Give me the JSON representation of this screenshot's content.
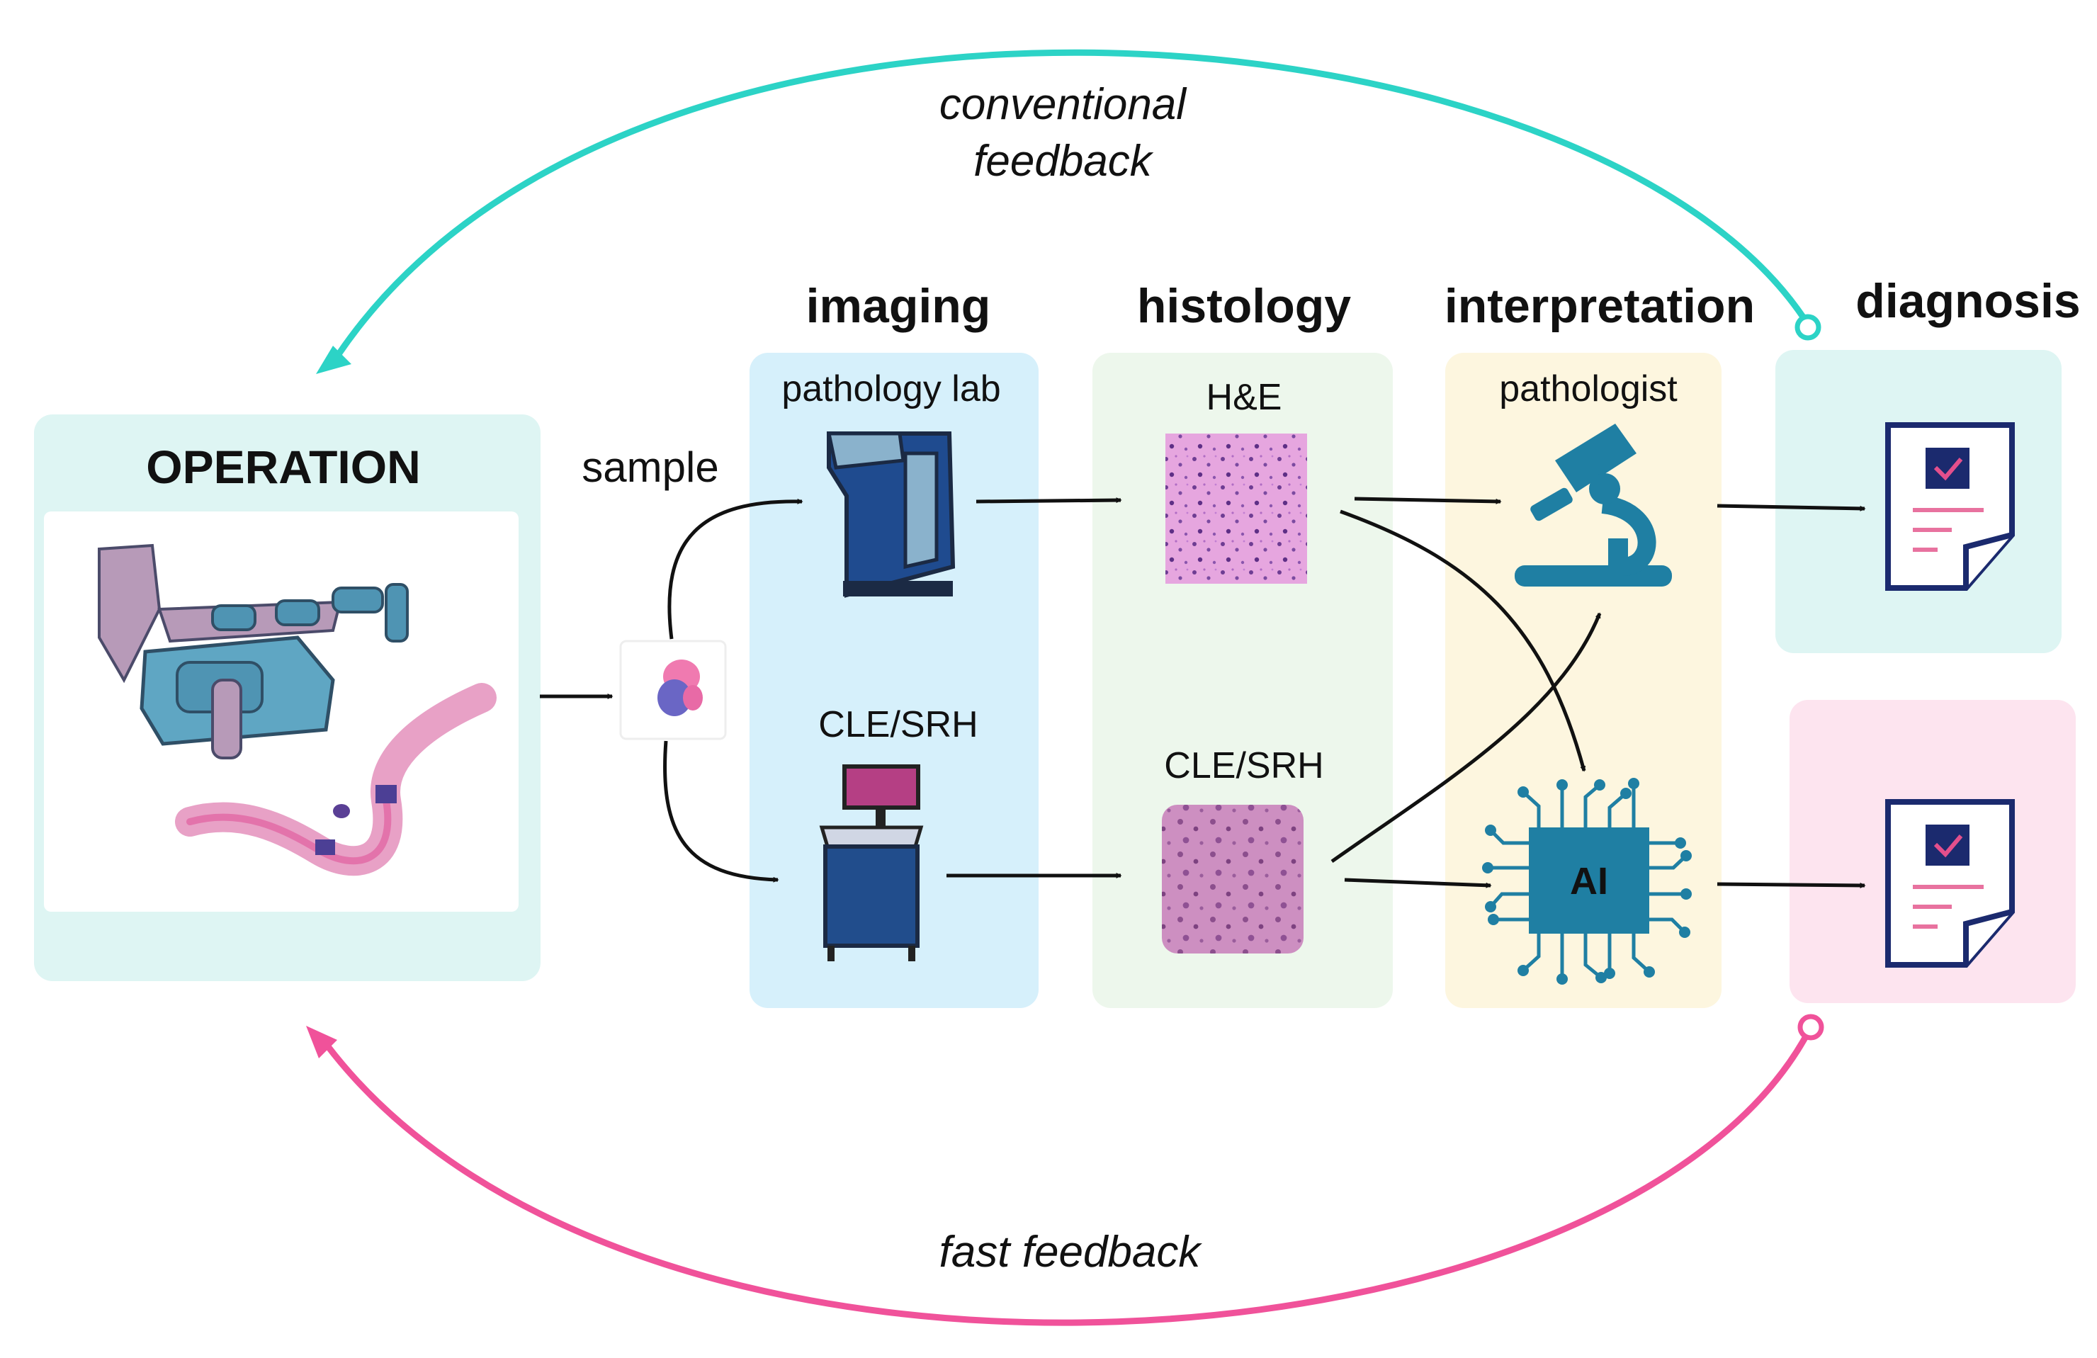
{
  "feedback": {
    "conventional_line1": "conventional",
    "conventional_line2": "feedback",
    "fast": "fast feedback",
    "conventional_color": "#2cd3c6",
    "fast_color": "#f0529a"
  },
  "stages": {
    "imaging": "imaging",
    "histology": "histology",
    "interpretation": "interpretation",
    "diagnosis": "diagnosis"
  },
  "operation": {
    "title": "OPERATION"
  },
  "sample": {
    "label": "sample"
  },
  "imaging": {
    "top_label": "pathology lab",
    "bottom_label": "CLE/SRH"
  },
  "histology": {
    "top_label": "H&E",
    "bottom_label": "CLE/SRH"
  },
  "interpretation": {
    "top_label": "pathologist",
    "ai_label": "AI"
  },
  "panel_colors": {
    "operation": "#def5f3",
    "imaging": "#d6f0fb",
    "histology": "#edf7ec",
    "interpretation": "#fdf6df",
    "diagnosis_top": "#def5f3",
    "diagnosis_bottom": "#fde4ef"
  },
  "icons": {
    "operation": "surgical-microscope-and-brain-icon",
    "sample": "tissue-sample-icon",
    "pathology_lab": "slide-scanner-icon",
    "cle_srh_device": "cle-srh-imaging-station-icon",
    "he_tile": "he-stained-tissue-icon",
    "cle_srh_tile": "cle-srh-tissue-image-icon",
    "pathologist": "microscope-icon",
    "ai": "ai-chip-icon",
    "report": "diagnosis-report-icon"
  }
}
